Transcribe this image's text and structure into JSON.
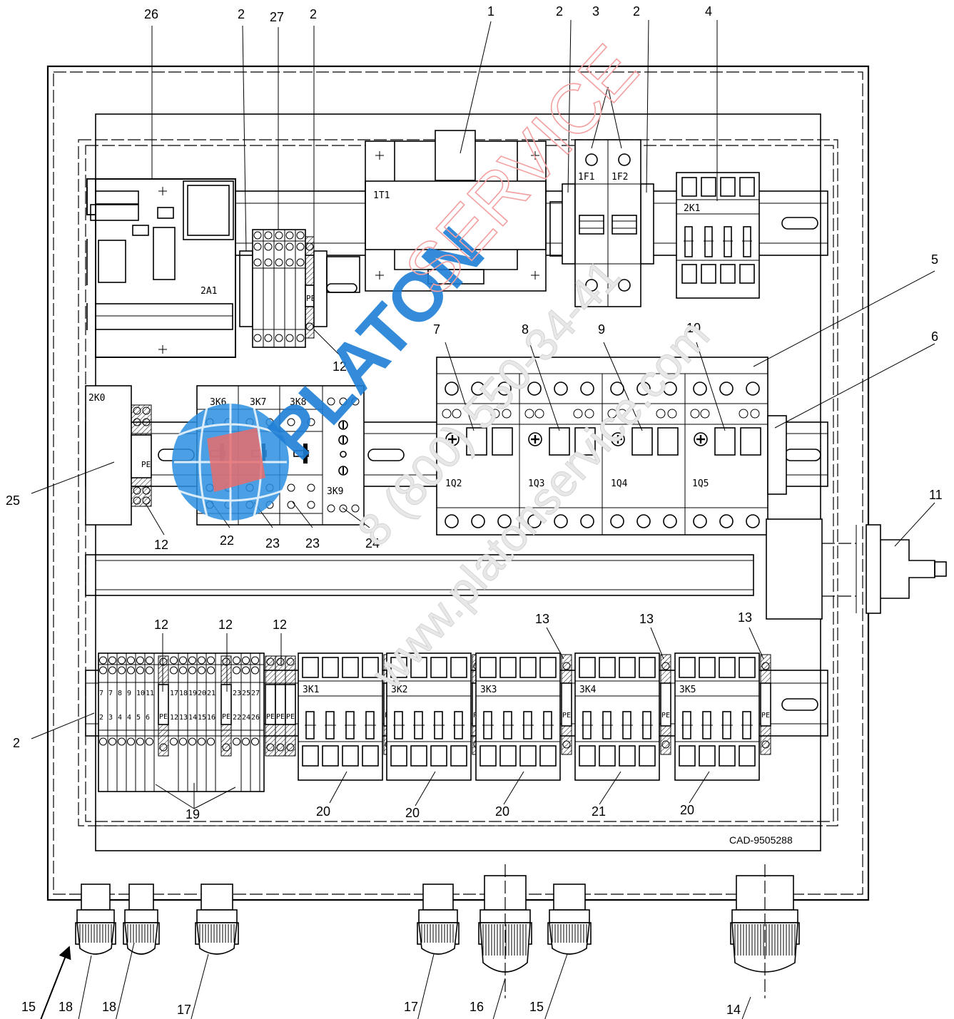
{
  "drawing_code": "CAD-9505288",
  "devices": {
    "d2A1": "2A1",
    "d1T1": "1T1",
    "d1F1": "1F1",
    "d1F2": "1F2",
    "d2K1": "2K1",
    "d2K0": "2K0",
    "d3K6": "3K6",
    "d3K7": "3K7",
    "d3K8": "3K8",
    "d3K9": "3K9",
    "d1Q2": "1Q2",
    "d1Q3": "1Q3",
    "d1Q4": "1Q4",
    "d1Q5": "1Q5",
    "d3K1": "3K1",
    "d3K2": "3K2",
    "d3K3": "3K3",
    "d3K4": "3K4",
    "d3K5": "3K5",
    "pe": "PE"
  },
  "terminal_numbers": {
    "row_top": [
      "7",
      "7",
      "8",
      "9",
      "10",
      "11",
      "17",
      "18",
      "19",
      "20",
      "21",
      "23",
      "25",
      "27"
    ],
    "row_bottom": [
      "2",
      "3",
      "4",
      "4",
      "5",
      "6",
      "12",
      "13",
      "14",
      "15",
      "16",
      "22",
      "24",
      "26"
    ]
  },
  "callouts": {
    "c26": "26",
    "c2a": "2",
    "c27": "27",
    "c2b": "2",
    "c1": "1",
    "c2c": "2",
    "c3": "3",
    "c2d": "2",
    "c4": "4",
    "c5": "5",
    "c6": "6",
    "c7": "7",
    "c8": "8",
    "c9": "9",
    "c10": "10",
    "c11": "11",
    "c12a": "12",
    "c12b": "12",
    "c12c": "12",
    "c12d": "12",
    "c12e": "12",
    "c13a": "13",
    "c13b": "13",
    "c13c": "13",
    "c22": "22",
    "c23a": "23",
    "c23b": "23",
    "c24": "24",
    "c25": "25",
    "c2e": "2",
    "c19": "19",
    "c20a": "20",
    "c20b": "20",
    "c20c": "20",
    "c21": "21",
    "c20d": "20",
    "c15a": "15",
    "c18a": "18",
    "c18b": "18",
    "c17a": "17",
    "c17b": "17",
    "c16": "16",
    "c15b": "15",
    "c14": "14"
  },
  "watermark": {
    "brand_blue": "PLATON",
    "brand_red": "SERVICE",
    "phone": "8 (800) 550-34-41",
    "site": "www.platonservice.com",
    "colors": {
      "blue": "#1f7fd6",
      "red": "#e25555",
      "grey": "#d4d4d4"
    }
  }
}
